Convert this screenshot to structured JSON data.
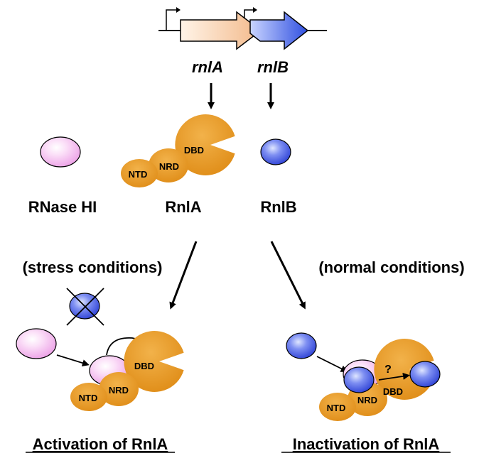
{
  "genes": {
    "gene_a": "rnlA",
    "gene_b": "rnlB"
  },
  "proteins": {
    "rnase": "RNase HI",
    "rnla": "RnlA",
    "rnlb": "RnlB",
    "domains": {
      "ntd": "NTD",
      "nrd": "NRD",
      "dbd": "DBD"
    }
  },
  "conditions": {
    "stress": "(stress conditions)",
    "normal": "(normal conditions)"
  },
  "outcomes": {
    "activation": "Activation of RnlA",
    "inactivation": "Inactivation of RnlA",
    "unknown_mark": "?"
  },
  "colors": {
    "rnla_orange": "#e6921e",
    "rnase_pink": "#f2b8ee",
    "rnlb_blue": "#4a5ce6",
    "gene_a_fill": "#f6c596",
    "gene_b_fill": "#4d67e8"
  }
}
